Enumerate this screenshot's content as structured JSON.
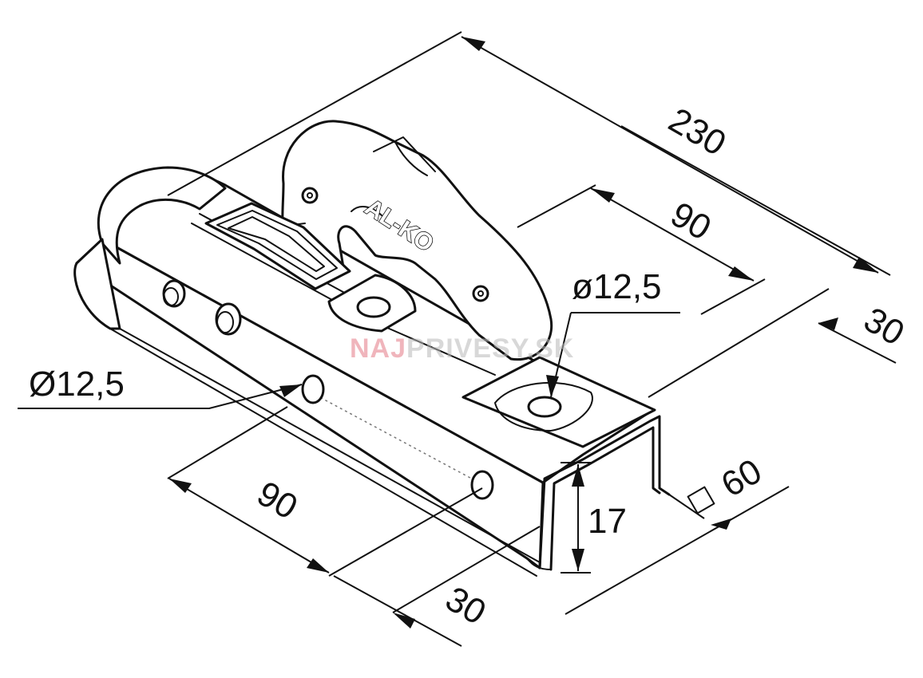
{
  "dimensions": {
    "length_total": "230",
    "hole_spacing_top": "90",
    "hole_diameter_top": "ø12,5",
    "offset_top": "30",
    "hole_diameter_side": "Ø12,5",
    "hole_spacing_side": "90",
    "offset_side": "30",
    "flange_height": "17",
    "drawbar_square": "60"
  },
  "brand_logo": "AL-KO",
  "watermark": {
    "part1": "NAJ",
    "part2": "PRIVESY.SK",
    "color1": "#e57a86",
    "color2": "#b9b9b9"
  }
}
